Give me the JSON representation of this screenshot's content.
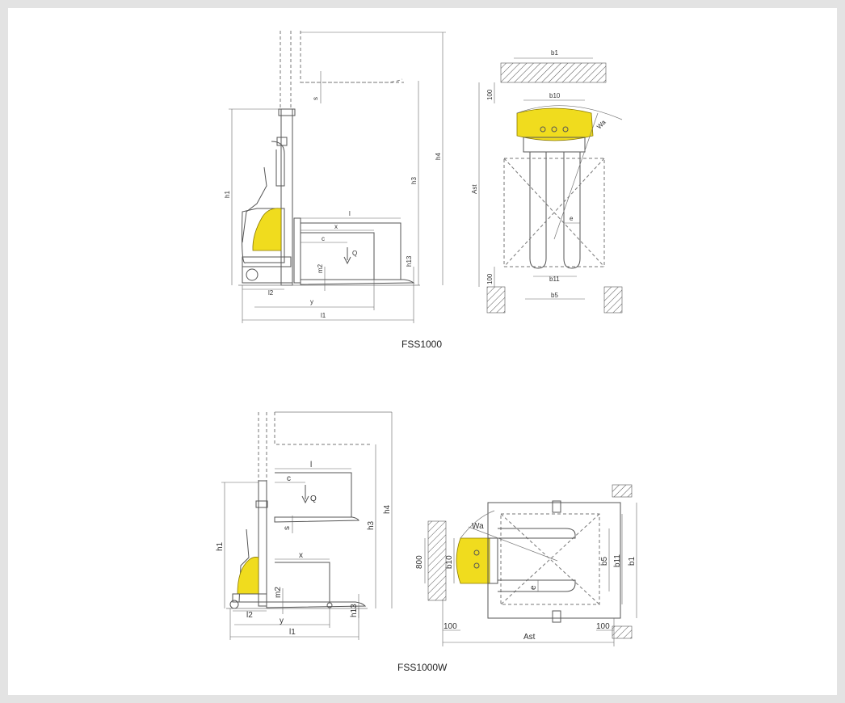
{
  "diagram1": {
    "caption": "FSS1000",
    "side_labels": {
      "h1": "h1",
      "h3": "h3",
      "h4": "h4",
      "h13": "h13",
      "s": "s",
      "l": "l",
      "x": "x",
      "c": "c",
      "Q": "Q",
      "m2": "m2",
      "l2": "l2",
      "y": "y",
      "l1": "l1"
    },
    "top_labels": {
      "b1": "b1",
      "b10": "b10",
      "Wa": "Wa",
      "100_top": "100",
      "Ast": "Ast",
      "e": "e",
      "100_bottom": "100",
      "b11": "b11",
      "b5": "b5"
    }
  },
  "diagram2": {
    "caption": "FSS1000W",
    "side_labels": {
      "h1": "h1",
      "h3": "h3",
      "h4": "h4",
      "h13": "h13",
      "l": "l",
      "c": "c",
      "Q": "Q",
      "s": "s",
      "x": "x",
      "m2": "m2",
      "l2": "l2",
      "y": "y",
      "l1": "l1"
    },
    "top_labels": {
      "Wa": "Wa",
      "800": "800",
      "b10": "b10",
      "b5": "b5",
      "b11": "b11",
      "b1": "b1",
      "e": "e",
      "100_left": "100",
      "Ast": "Ast",
      "100_right": "100"
    }
  },
  "colors": {
    "background": "#e3e3e3",
    "paper": "#ffffff",
    "machine_body": "#f0dc1e",
    "line": "#555555"
  }
}
